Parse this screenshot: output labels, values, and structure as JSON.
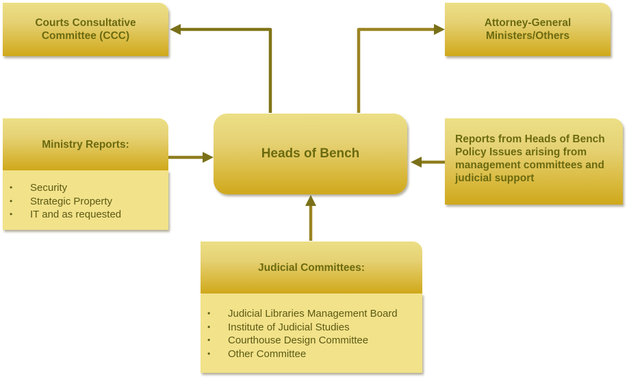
{
  "diagram": {
    "center": {
      "label": "Heads of Bench"
    },
    "ccc": {
      "label_line1": "Courts Consultative",
      "label_line2": "Committee (CCC)"
    },
    "attorney": {
      "label_line1": "Attorney-General",
      "label_line2": "Ministers/Others"
    },
    "ministry": {
      "title": "Ministry Reports:",
      "items": [
        "Security",
        "Strategic Property",
        "IT  and as requested"
      ]
    },
    "reports": {
      "lines": [
        "Reports from Heads of Bench",
        "Policy Issues arising from",
        "management committees and",
        "judicial  support"
      ]
    },
    "judicial": {
      "title": "Judicial Committees:",
      "items": [
        "Judicial Libraries Management  Board",
        "Institute  of Judicial Studies",
        "Courthouse  Design Committee",
        "Other  Committee"
      ]
    },
    "connections": [
      {
        "from": "Heads of Bench",
        "to": "Courts Consultative Committee (CCC)"
      },
      {
        "from": "Heads of Bench",
        "to": "Attorney-General Ministers/Others"
      },
      {
        "from": "Ministry Reports",
        "to": "Heads of Bench"
      },
      {
        "from": "Reports from Heads of Bench",
        "to": "Heads of Bench"
      },
      {
        "from": "Judicial Committees",
        "to": "Heads of Bench"
      }
    ],
    "colors": {
      "box_top": "#ecdf86",
      "box_bottom": "#cfa81b",
      "text": "#6b6a10",
      "arrow": "#7a7018",
      "list_bg": "#f2e28a"
    }
  }
}
